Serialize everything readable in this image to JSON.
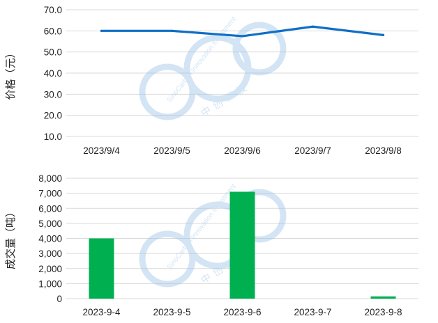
{
  "chart_data": [
    {
      "type": "line",
      "ylabel": "价格（元）",
      "categories": [
        "2023/9/4",
        "2023/9/5",
        "2023/9/6",
        "2023/9/7",
        "2023/9/8"
      ],
      "series": [
        {
          "values": [
            60.0,
            60.0,
            57.5,
            62.0,
            58.0
          ],
          "color": "#0F6FC6"
        }
      ],
      "ylim": [
        10,
        70
      ],
      "yticks": [
        "10.0",
        "20.0",
        "30.0",
        "40.0",
        "50.0",
        "60.0",
        "70.0"
      ],
      "grid": true
    },
    {
      "type": "bar",
      "ylabel": "成交量（吨）",
      "categories": [
        "2023-9-4",
        "2023-9-5",
        "2023-9-6",
        "2023-9-7",
        "2023-9-8"
      ],
      "series": [
        {
          "values": [
            4000,
            0,
            7100,
            0,
            150
          ],
          "color": "#00B050"
        }
      ],
      "ylim": [
        0,
        8000
      ],
      "yticks": [
        "0",
        "1,000",
        "2,000",
        "3,000",
        "4,000",
        "5,000",
        "6,000",
        "7,000",
        "8,000"
      ],
      "grid": true
    }
  ],
  "watermark": {
    "text_en": "SinoCarbon Innovation Investment",
    "text_cn": "中创碳投",
    "color": "#9EC5E8"
  }
}
